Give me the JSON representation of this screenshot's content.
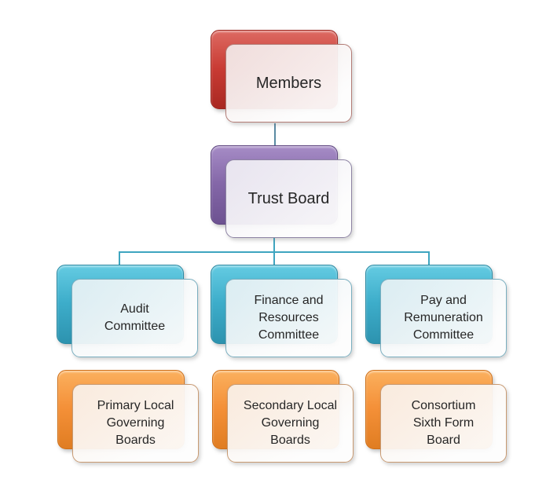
{
  "diagram": {
    "type": "org-chart",
    "nodes": [
      {
        "id": "members",
        "label": "Members",
        "theme": "red",
        "level": 1
      },
      {
        "id": "trust-board",
        "label": "Trust Board",
        "theme": "purple",
        "level": 2
      },
      {
        "id": "audit-committee",
        "label": "Audit\nCommittee",
        "theme": "teal",
        "level": 3
      },
      {
        "id": "finance-resources-committee",
        "label": "Finance and\nResources\nCommittee",
        "theme": "teal",
        "level": 3
      },
      {
        "id": "pay-remuneration-committee",
        "label": "Pay and\nRemuneration\nCommittee",
        "theme": "teal",
        "level": 3
      },
      {
        "id": "primary-local-governing-boards",
        "label": "Primary Local\nGoverning\nBoards",
        "theme": "orange",
        "level": 4
      },
      {
        "id": "secondary-local-governing-boards",
        "label": "Secondary Local\nGoverning\nBoards",
        "theme": "orange",
        "level": 4
      },
      {
        "id": "consortium-sixth-form-board",
        "label": "Consortium\nSixth Form\nBoard",
        "theme": "orange",
        "level": 4
      }
    ],
    "edges": [
      {
        "from": "members",
        "to": "trust-board"
      },
      {
        "from": "trust-board",
        "to": "audit-committee"
      },
      {
        "from": "trust-board",
        "to": "finance-resources-committee"
      },
      {
        "from": "trust-board",
        "to": "pay-remuneration-committee"
      }
    ],
    "themes": {
      "red": {
        "back_top": "#dd6a62",
        "back_mid": "#c93b34",
        "back_bottom": "#a92821",
        "back_border": "#9c241d",
        "front_tint": "rgba(242,233,232,0.92)",
        "front_border": "#b37c76"
      },
      "purple": {
        "back_top": "#a68cc6",
        "back_mid": "#8467a8",
        "back_bottom": "#6d5291",
        "back_border": "#5f4680",
        "front_tint": "rgba(239,237,244,0.92)",
        "front_border": "#8d83a3"
      },
      "teal": {
        "back_top": "#64cbe2",
        "back_mid": "#3dadca",
        "back_bottom": "#2d93af",
        "back_border": "#2b89a2",
        "front_tint": "rgba(234,242,245,0.90)",
        "front_border": "#79aebf"
      },
      "orange": {
        "back_top": "#fbb05e",
        "back_mid": "#f49038",
        "back_bottom": "#e07d22",
        "back_border": "#cf6f17",
        "front_tint": "rgba(249,241,234,0.92)",
        "front_border": "#c89a72"
      }
    },
    "connector_colors": {
      "trunk": "#5a8aa3",
      "branch": "#3ea5c0"
    },
    "text_color": "#262626"
  }
}
